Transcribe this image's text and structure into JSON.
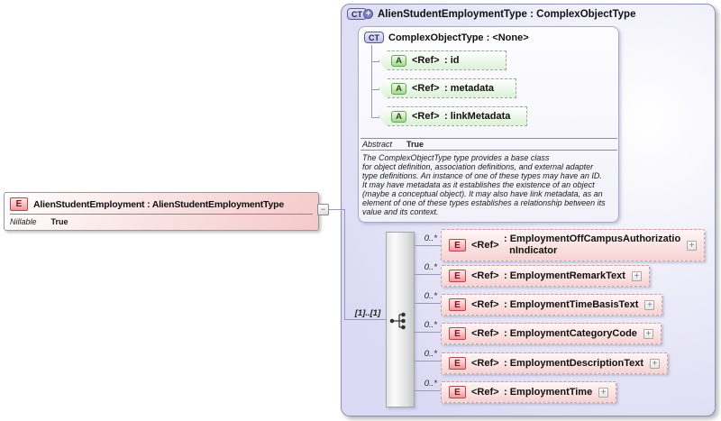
{
  "icons": {
    "expand": "+",
    "collapse": "−",
    "derived": "+"
  },
  "element_box": {
    "badge": "E",
    "title": "AlienStudentEmployment : AlienStudentEmploymentType",
    "property_name": "Nillable",
    "property_value": "True"
  },
  "type_container": {
    "badge": "CT",
    "title": "AlienStudentEmploymentType : ComplexObjectType",
    "base": {
      "badge": "CT",
      "title": "ComplexObjectType : <None>",
      "attributes": [
        {
          "badge": "A",
          "ref": "<Ref>",
          "name": ": id"
        },
        {
          "badge": "A",
          "ref": "<Ref>",
          "name": ": metadata"
        },
        {
          "badge": "A",
          "ref": "<Ref>",
          "name": ": linkMetadata"
        }
      ],
      "property_name": "Abstract",
      "property_value": "True",
      "description": "The ComplexObjectType type provides a base class\nfor object definition, association definitions, and external adapter\ntype definitions. An instance of one of these types may have an ID.\nIt may have metadata as it establishes the existence of an object\n(maybe a conceptual object). It may also have link metadata, as an\nelement of one of these types establishes a relationship between its\nvalue and its context."
    },
    "sequence": {
      "cardinality": "[1]..[1]",
      "children": [
        {
          "occurs": "0..*",
          "badge": "E",
          "ref": "<Ref>",
          "name": ": EmploymentOffCampusAuthorizatio\n  nIndicator"
        },
        {
          "occurs": "0..*",
          "badge": "E",
          "ref": "<Ref>",
          "name": ": EmploymentRemarkText"
        },
        {
          "occurs": "0..*",
          "badge": "E",
          "ref": "<Ref>",
          "name": ": EmploymentTimeBasisText"
        },
        {
          "occurs": "0..*",
          "badge": "E",
          "ref": "<Ref>",
          "name": ": EmploymentCategoryCode"
        },
        {
          "occurs": "0..*",
          "badge": "E",
          "ref": "<Ref>",
          "name": ": EmploymentDescriptionText"
        },
        {
          "occurs": "0..*",
          "badge": "E",
          "ref": "<Ref>",
          "name": ": EmploymentTime"
        }
      ]
    }
  }
}
